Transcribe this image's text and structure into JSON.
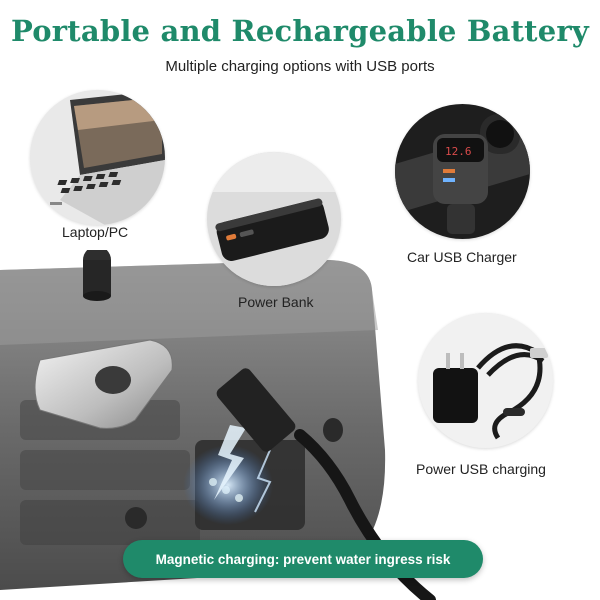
{
  "header": {
    "title": "Portable and Rechargeable Battery",
    "subtitle": "Multiple charging options with USB ports"
  },
  "options": [
    {
      "label": "Laptop/PC",
      "icon": "laptop-icon"
    },
    {
      "label": "Power Bank",
      "icon": "power-bank-icon"
    },
    {
      "label": "Car USB Charger",
      "icon": "car-charger-icon"
    },
    {
      "label": "Power USB charging",
      "icon": "usb-adapter-icon"
    }
  ],
  "banner": {
    "text": "Magnetic charging: prevent water ingress risk"
  },
  "colors": {
    "accent": "#1f8a6a",
    "device": "#6b6b6b"
  }
}
